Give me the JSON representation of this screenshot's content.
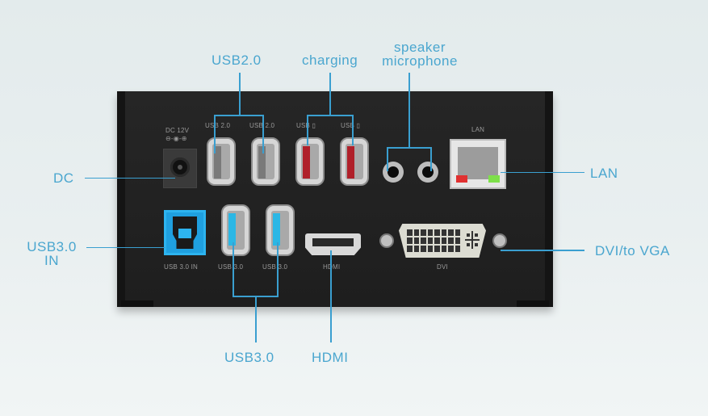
{
  "callouts": {
    "usb20": "USB2.0",
    "charging": "charging",
    "speaker": "speaker",
    "microphone": "microphone",
    "dc": "DC",
    "lan": "LAN",
    "usb30_in_line1": "USB3.0",
    "usb30_in_line2": "IN",
    "dvi_vga": "DVI/to  VGA",
    "usb30": "USB3.0",
    "hdmi": "HDMI"
  },
  "port_labels": {
    "dc": "DC 12V",
    "dc_polarity": "⊖-◉-⊕",
    "usb20_a": "USB 2.0",
    "usb20_b": "USB 2.0",
    "charge_a": "USB ▯",
    "charge_b": "USB ▯",
    "lan": "LAN",
    "usb30_in": "USB 3.0 IN",
    "usb30_a": "USB 3.0",
    "usb30_b": "USB 3.0",
    "hdmi": "HDMI",
    "dvi": "DVI"
  },
  "colors": {
    "accent": "#4aa6cf",
    "line": "#3a9fd0",
    "device": "#222222",
    "usb3_blue": "#2bb7e5",
    "charging_red": "#b0202a"
  }
}
